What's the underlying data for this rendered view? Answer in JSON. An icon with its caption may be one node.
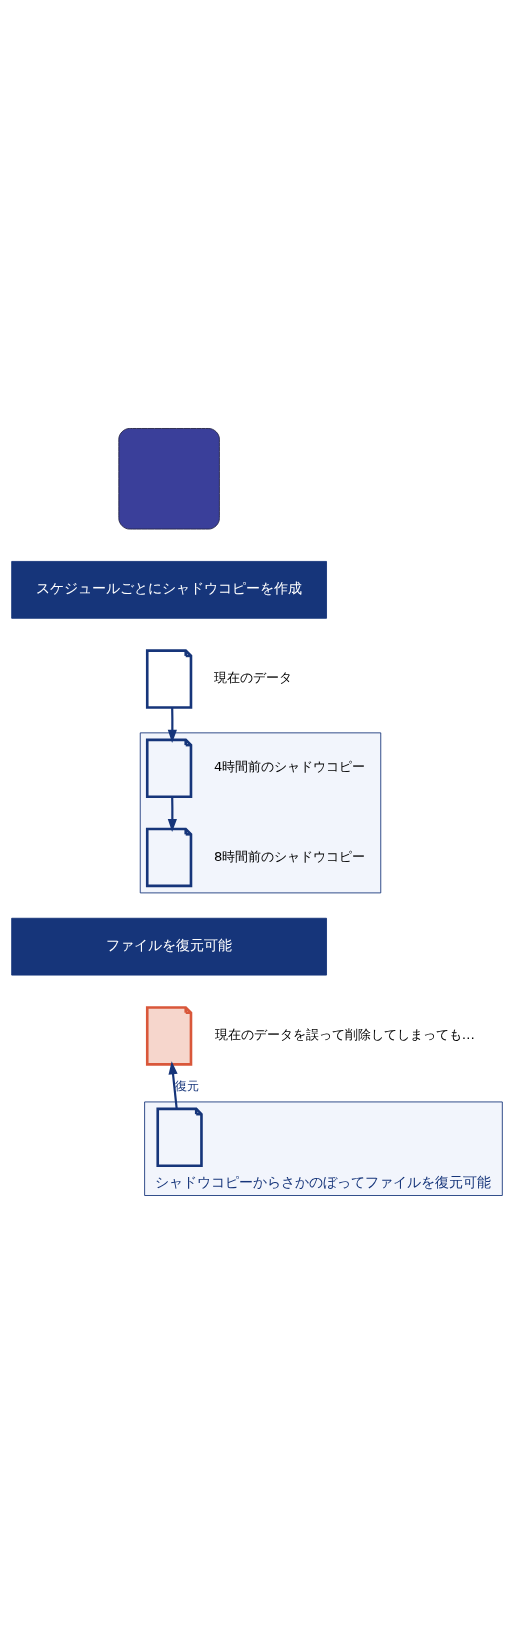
{
  "diagram": {
    "nodes": [
      {
        "text": [],
        "shape": "box"
      },
      {
        "text": [
          "スケジュールごとにシャドウコピーを作成"
        ]
      },
      {
        "text": [],
        "shape": "picture",
        "beside": [
          "現在のデータ"
        ]
      },
      {
        "text": [],
        "shape": "box"
      },
      {
        "text": [],
        "shape": "picture",
        "beside": [
          "4時間前のシャドウコピー"
        ],
        "in": 3
      },
      {
        "text": [],
        "shape": "picture",
        "beside": [
          "8時間前のシャドウコピー"
        ],
        "in": 3
      },
      {
        "text": [
          "ファイルを復元可能"
        ]
      },
      {
        "text": [],
        "shape": "picture",
        "beside": [
          "現在のデータを誤って削除してしまっても…"
        ]
      },
      {
        "text": [
          "シャドウコピーからさかのぼってファイルを復元可能"
        ]
      },
      {
        "text": [],
        "shape": "picture",
        "in": 8
      }
    ],
    "edges": [
      {
        "from": 2,
        "to": 4,
        "arrow": "to"
      },
      {
        "from": 4,
        "to": 5,
        "arrow": "to"
      },
      {
        "from": 9,
        "to": 7,
        "arrow": "to",
        "label": "復元"
      }
    ]
  }
}
